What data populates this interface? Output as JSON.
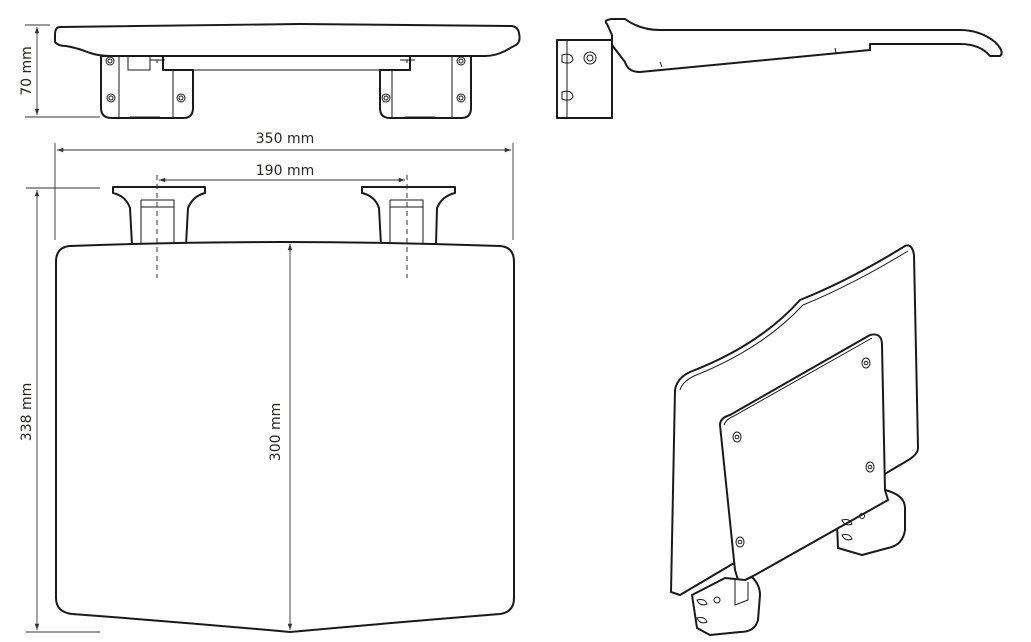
{
  "dimensions": {
    "height": "70 mm",
    "width": "350 mm",
    "bracket_spacing": "190 mm",
    "depth_total": "338 mm",
    "seat_depth": "300 mm"
  }
}
